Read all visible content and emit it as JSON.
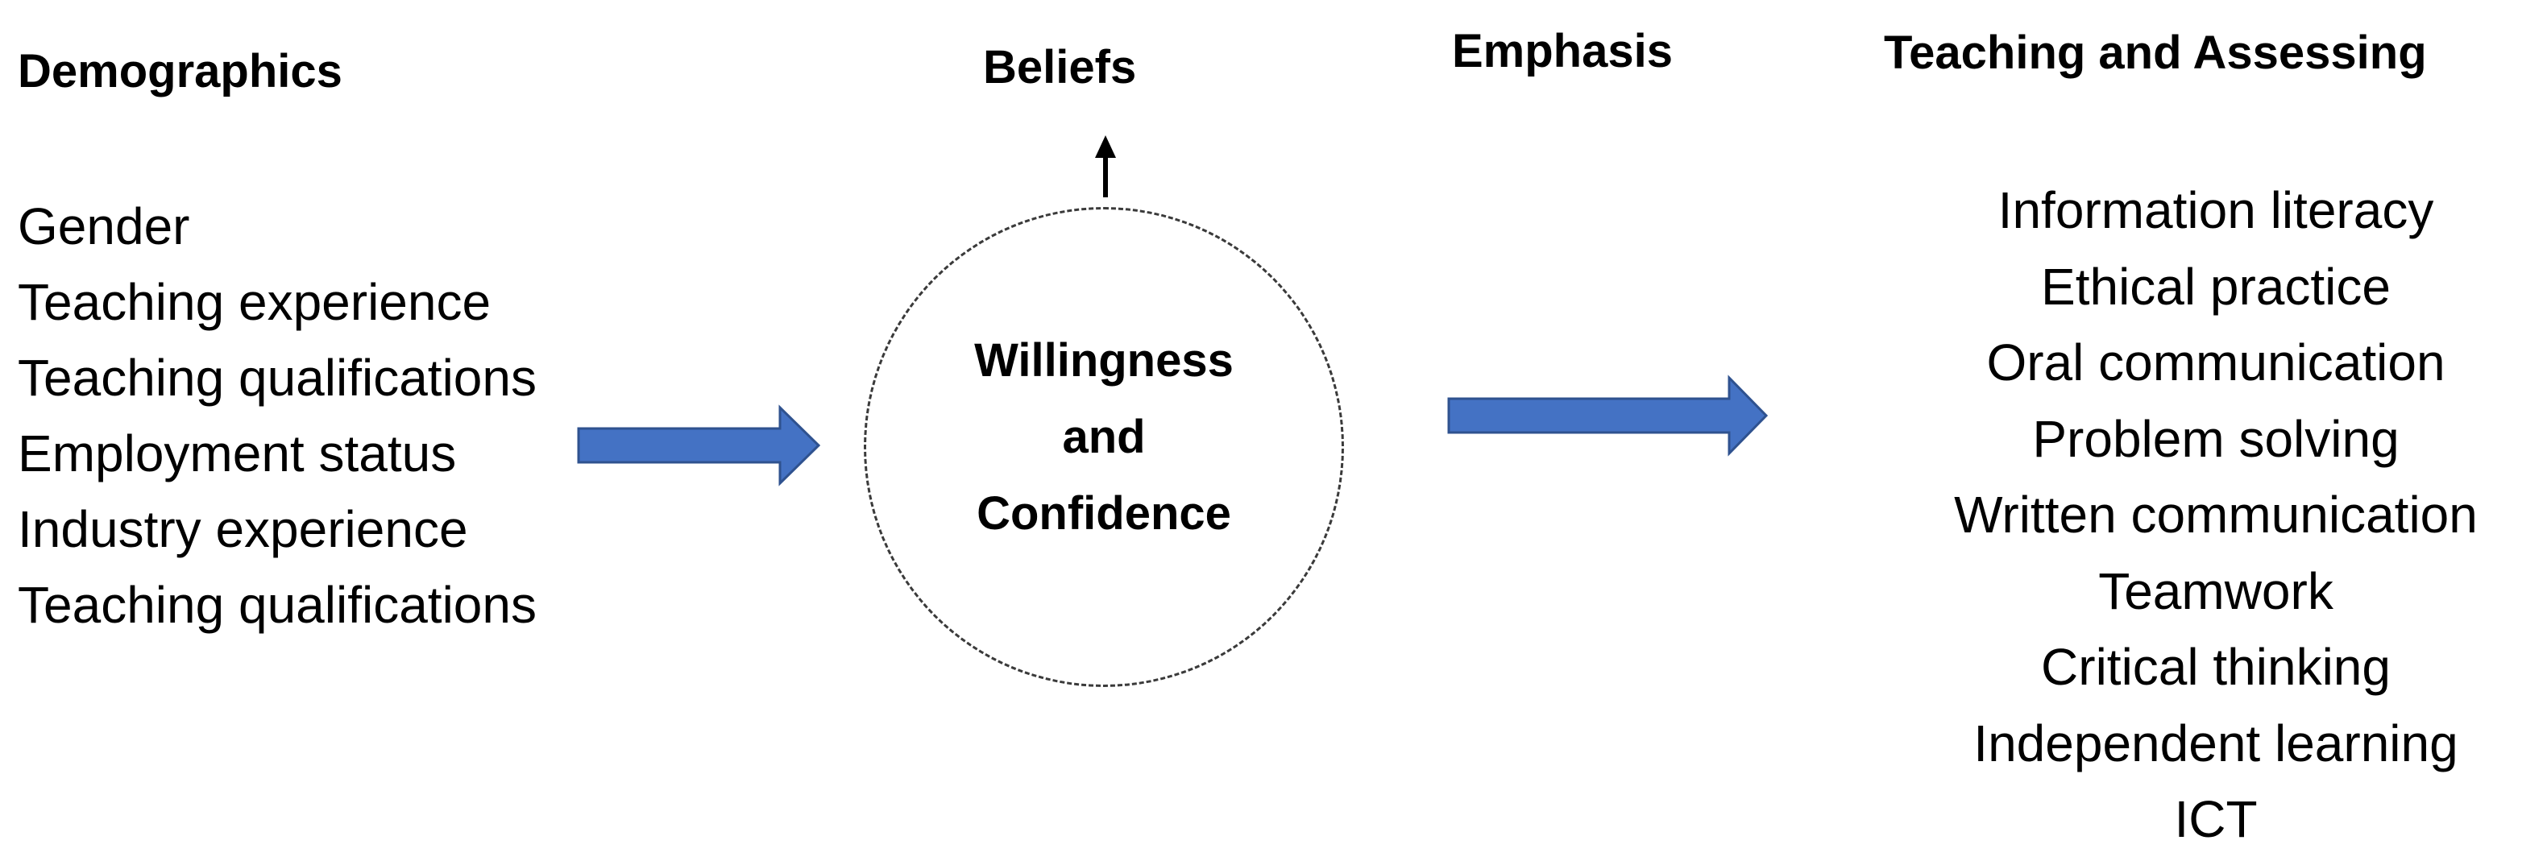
{
  "headings": {
    "demographics": "Demographics",
    "beliefs": "Beliefs",
    "emphasis": "Emphasis",
    "teaching_assessing": "Teaching and Assessing"
  },
  "demographics": [
    "Gender",
    "Teaching experience",
    "Teaching qualifications",
    "Employment status",
    "Industry experience",
    "Teaching qualifications"
  ],
  "center": {
    "line1": "Willingness",
    "line2": "and",
    "line3": "Confidence"
  },
  "skills": [
    "Information literacy",
    "Ethical practice",
    "Oral communication",
    "Problem solving",
    "Written communication",
    "Teamwork",
    "Critical thinking",
    "Independent learning",
    "ICT"
  ],
  "colors": {
    "arrow": "#4472C4",
    "text": "#000000",
    "circle_border": "#3a3a3a"
  }
}
